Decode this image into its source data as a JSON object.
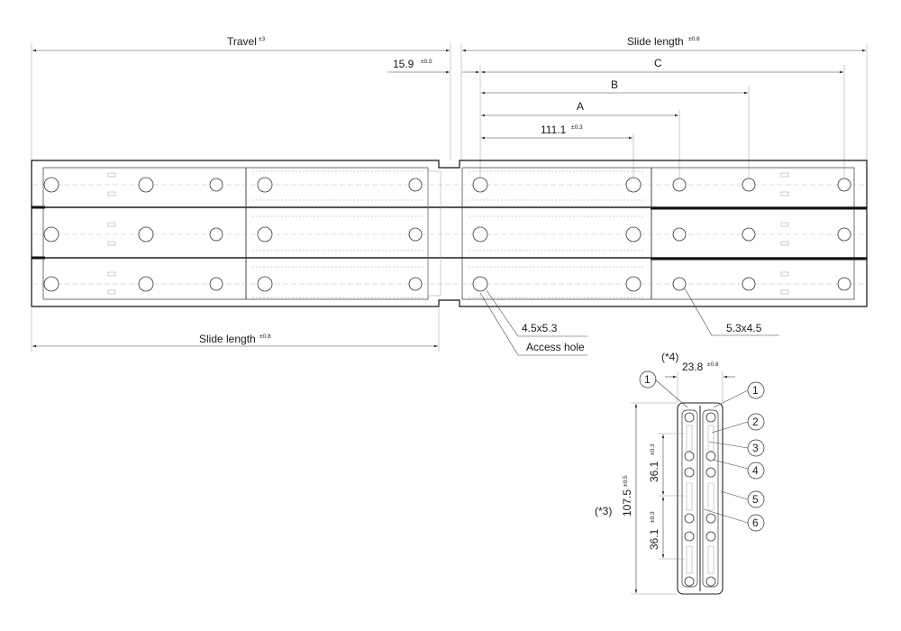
{
  "labels": {
    "travel": "Travel",
    "travel_tol": "±3",
    "slide_length_top": "Slide length",
    "slide_length_top_tol": "±0.8",
    "slide_length_bottom": "Slide length",
    "slide_length_bottom_tol": "±0.8",
    "offset": "15.9",
    "offset_tol": "±0.5",
    "dim_c": "C",
    "dim_b": "B",
    "dim_a": "A",
    "dim_first_hole": "111.1",
    "dim_first_hole_tol": "±0.3",
    "hole_size_left": "4.5x5.3",
    "access_hole": "Access hole",
    "hole_size_right": "5.3x4.5",
    "note4": "(*4)",
    "width": "23.8",
    "width_tol": "±0.8",
    "note3": "(*3)",
    "height": "107.5",
    "height_tol": "±0.5",
    "pitch_upper": "36.1",
    "pitch_upper_tol": "±0.3",
    "pitch_lower": "36.1",
    "pitch_lower_tol": "±0.3"
  },
  "callouts": [
    "1",
    "1",
    "2",
    "3",
    "4",
    "5",
    "6"
  ]
}
